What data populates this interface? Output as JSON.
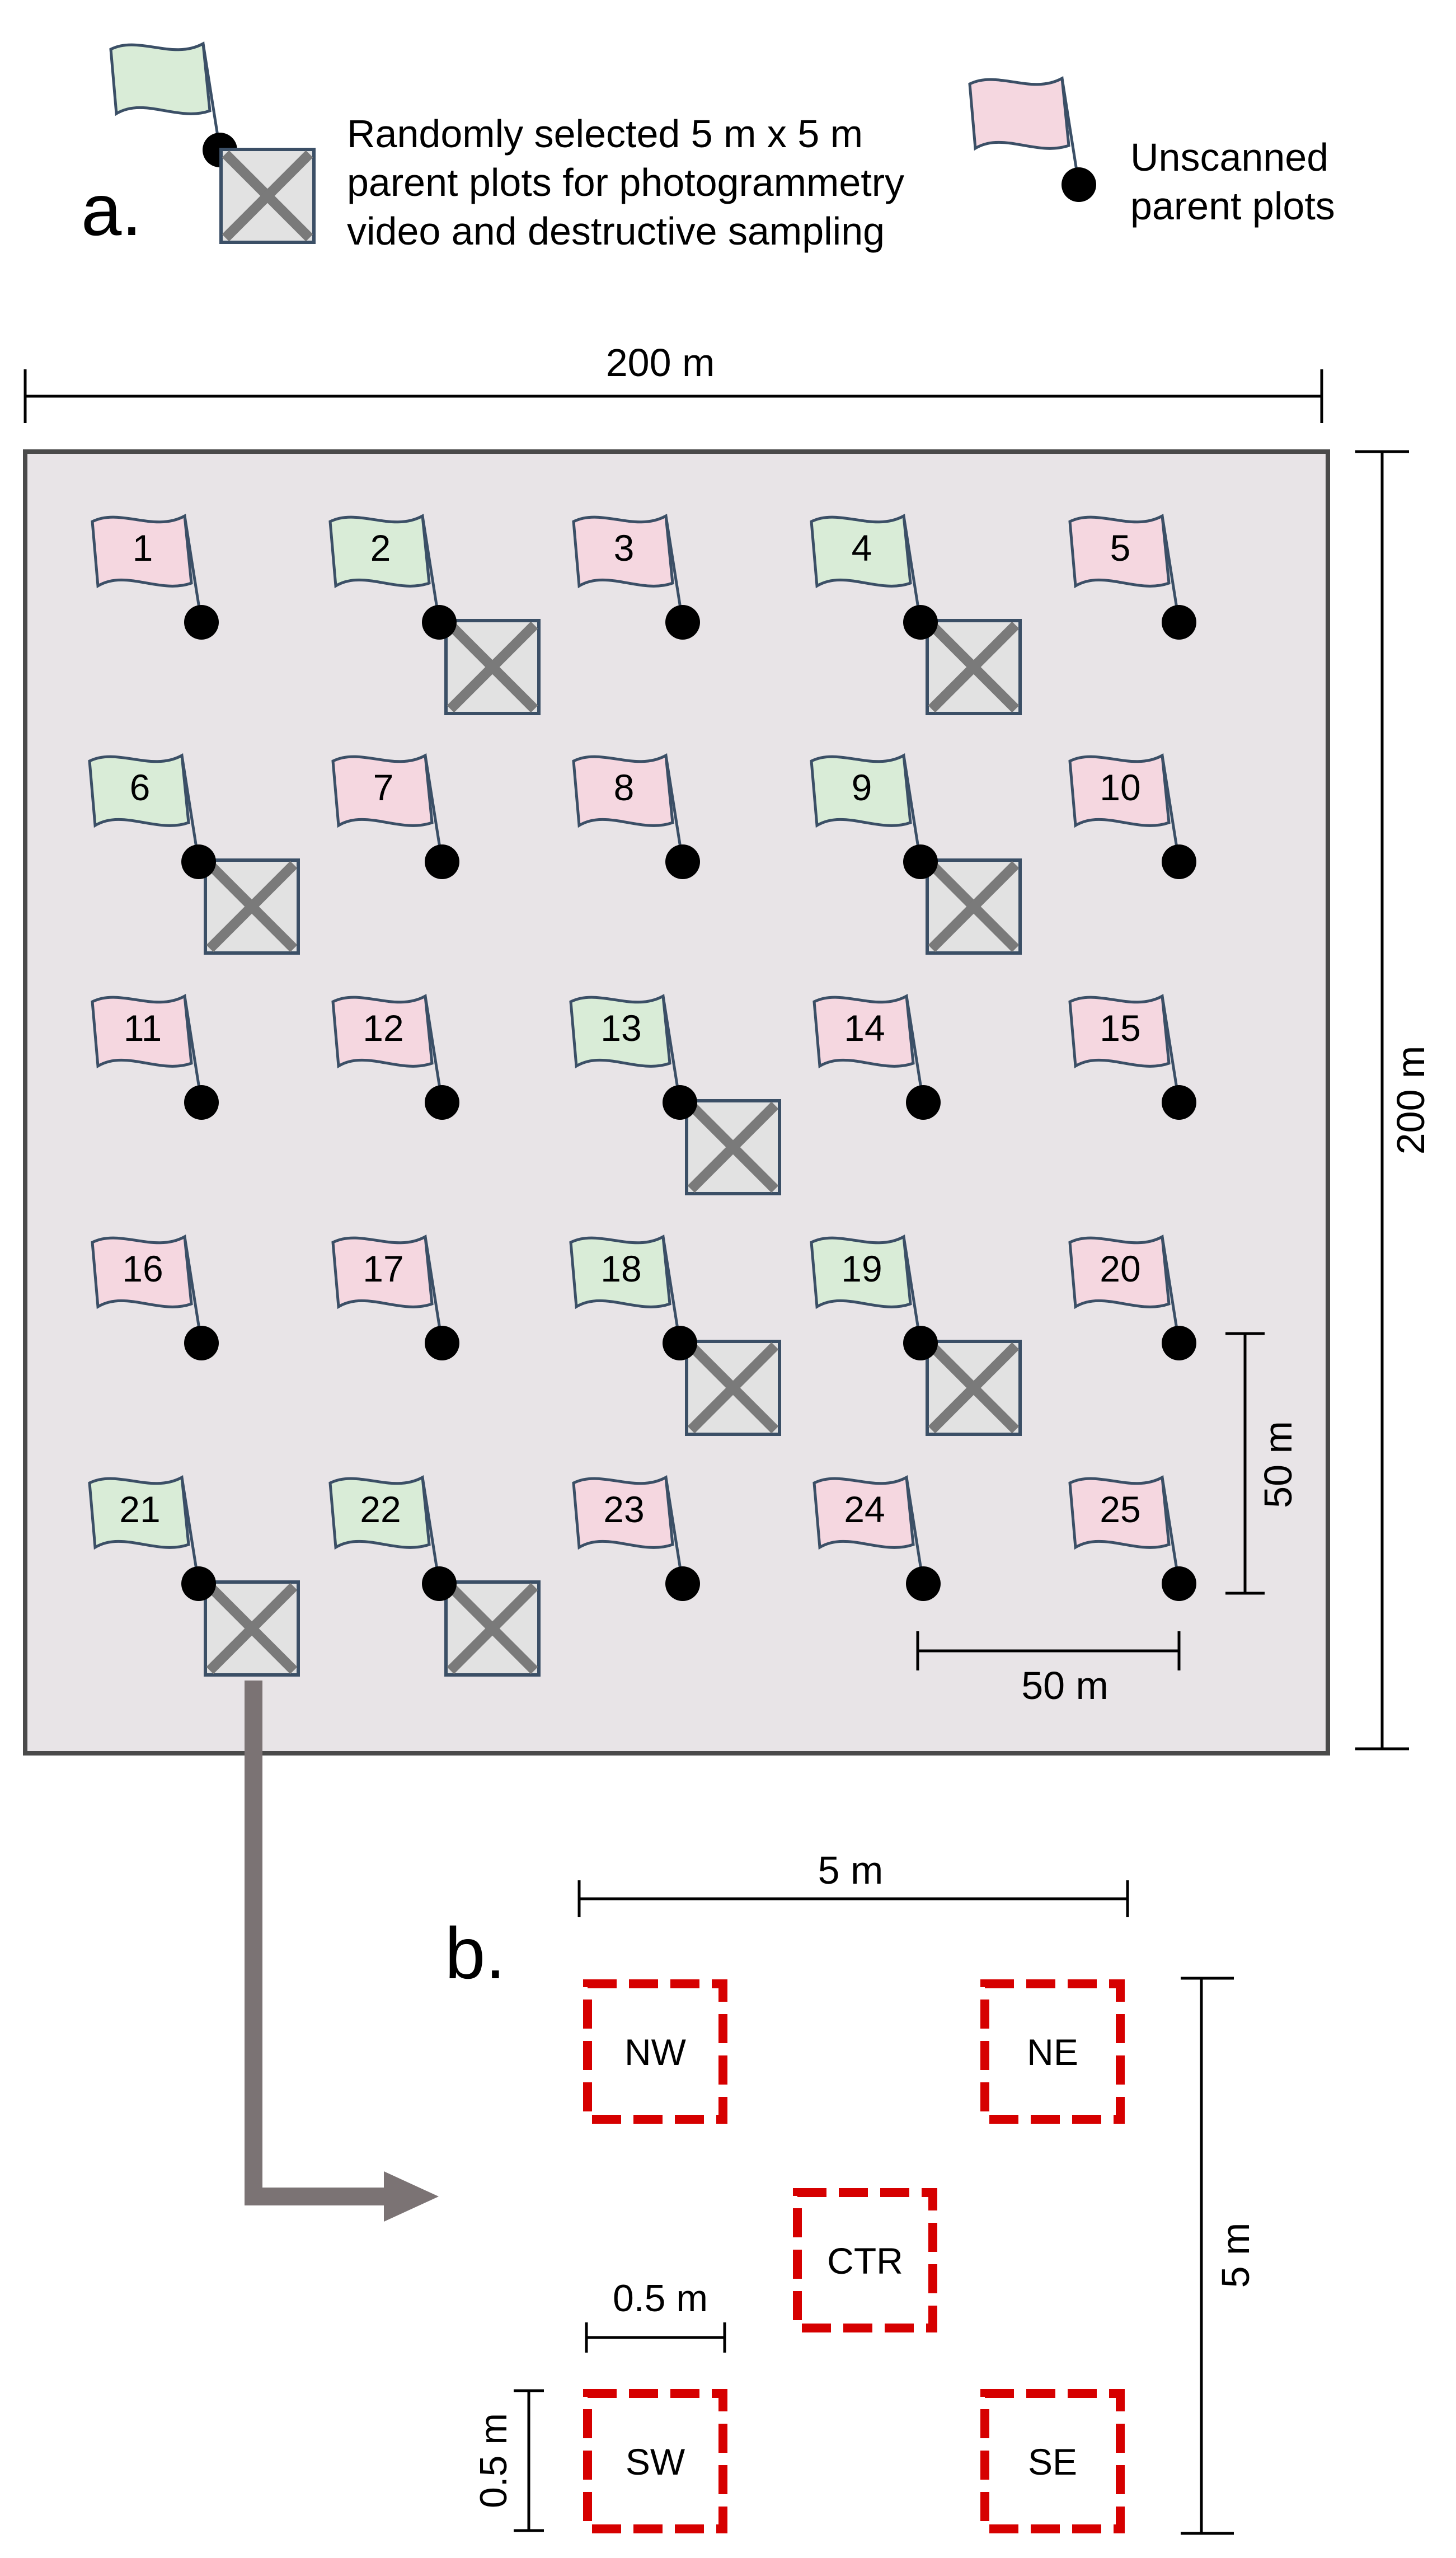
{
  "colors": {
    "field_fill": "#e8e4e7",
    "field_stroke": "#4a4a4a",
    "flag_selected": "#d9ecd7",
    "flag_unscanned": "#f5d7e0",
    "flag_stroke": "#3b4f66",
    "marker_dot": "#000000",
    "x_box_fill": "#e2e2e2",
    "x_box_stroke": "#3b4f66",
    "x_cross": "#7a7a7a",
    "subplot_dash": "#d60000",
    "arrow": "#7b7374"
  },
  "panel_a": {
    "label": "a.",
    "legend": {
      "selected_lines": [
        "Randomly selected 5 m x 5 m",
        "parent plots for photogrammetry",
        "video and destructive sampling"
      ],
      "unscanned_lines": [
        "Unscanned",
        "parent plots"
      ]
    },
    "dimensions": {
      "width_label": "200 m",
      "height_label": "200 m",
      "spacing_h_label": "50 m",
      "spacing_v_label": "50 m"
    },
    "plots": [
      {
        "id": "1",
        "selected": false
      },
      {
        "id": "2",
        "selected": true
      },
      {
        "id": "3",
        "selected": false
      },
      {
        "id": "4",
        "selected": true
      },
      {
        "id": "5",
        "selected": false
      },
      {
        "id": "6",
        "selected": true
      },
      {
        "id": "7",
        "selected": false
      },
      {
        "id": "8",
        "selected": false
      },
      {
        "id": "9",
        "selected": true
      },
      {
        "id": "10",
        "selected": false
      },
      {
        "id": "11",
        "selected": false
      },
      {
        "id": "12",
        "selected": false
      },
      {
        "id": "13",
        "selected": true
      },
      {
        "id": "14",
        "selected": false
      },
      {
        "id": "15",
        "selected": false
      },
      {
        "id": "16",
        "selected": false
      },
      {
        "id": "17",
        "selected": false
      },
      {
        "id": "18",
        "selected": true
      },
      {
        "id": "19",
        "selected": true
      },
      {
        "id": "20",
        "selected": false
      },
      {
        "id": "21",
        "selected": true
      },
      {
        "id": "22",
        "selected": true
      },
      {
        "id": "23",
        "selected": false
      },
      {
        "id": "24",
        "selected": false
      },
      {
        "id": "25",
        "selected": false
      }
    ]
  },
  "panel_b": {
    "label": "b.",
    "width_label": "5 m",
    "height_label": "5 m",
    "subplot_width_label": "0.5 m",
    "subplot_height_label": "0.5 m",
    "subplots": [
      {
        "key": "nw",
        "label": "NW"
      },
      {
        "key": "ne",
        "label": "NE"
      },
      {
        "key": "ctr",
        "label": "CTR"
      },
      {
        "key": "sw",
        "label": "SW"
      },
      {
        "key": "se",
        "label": "SE"
      }
    ]
  }
}
